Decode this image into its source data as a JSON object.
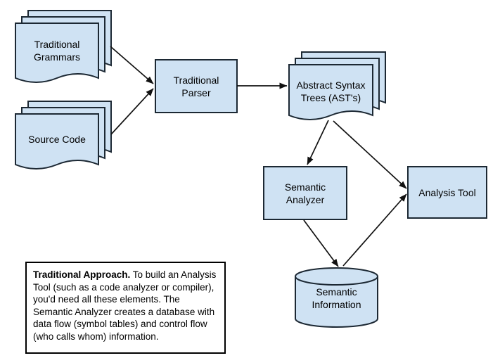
{
  "diagram": {
    "nodes": [
      {
        "id": "traditional-grammars",
        "label": "Traditional Grammars",
        "shape": "document-stack"
      },
      {
        "id": "source-code",
        "label": "Source Code",
        "shape": "document-stack"
      },
      {
        "id": "traditional-parser",
        "label": "Traditional Parser",
        "shape": "rectangle"
      },
      {
        "id": "abstract-syntax-trees",
        "label": "Abstract Syntax Trees (AST's)",
        "shape": "document-stack"
      },
      {
        "id": "semantic-analyzer",
        "label": "Semantic Analyzer",
        "shape": "rectangle"
      },
      {
        "id": "analysis-tool",
        "label": "Analysis Tool",
        "shape": "rectangle"
      },
      {
        "id": "semantic-information",
        "label": "Semantic Information",
        "shape": "cylinder"
      }
    ],
    "edges": [
      {
        "from": "traditional-grammars",
        "to": "traditional-parser"
      },
      {
        "from": "source-code",
        "to": "traditional-parser"
      },
      {
        "from": "traditional-parser",
        "to": "abstract-syntax-trees"
      },
      {
        "from": "abstract-syntax-trees",
        "to": "semantic-analyzer"
      },
      {
        "from": "abstract-syntax-trees",
        "to": "analysis-tool"
      },
      {
        "from": "semantic-analyzer",
        "to": "semantic-information"
      },
      {
        "from": "semantic-information",
        "to": "analysis-tool"
      }
    ],
    "colors": {
      "node_fill": "#cfe2f3",
      "node_stroke": "#1c2833",
      "arrow": "#111111",
      "background": "#ffffff"
    }
  },
  "caption": {
    "lead": "Traditional Approach.",
    "body": " To build an Analysis Tool (such as a code analyzer or compiler), you'd need all these elements. The Semantic Analyzer creates a database with data flow (symbol tables) and control flow (who calls whom) information."
  }
}
